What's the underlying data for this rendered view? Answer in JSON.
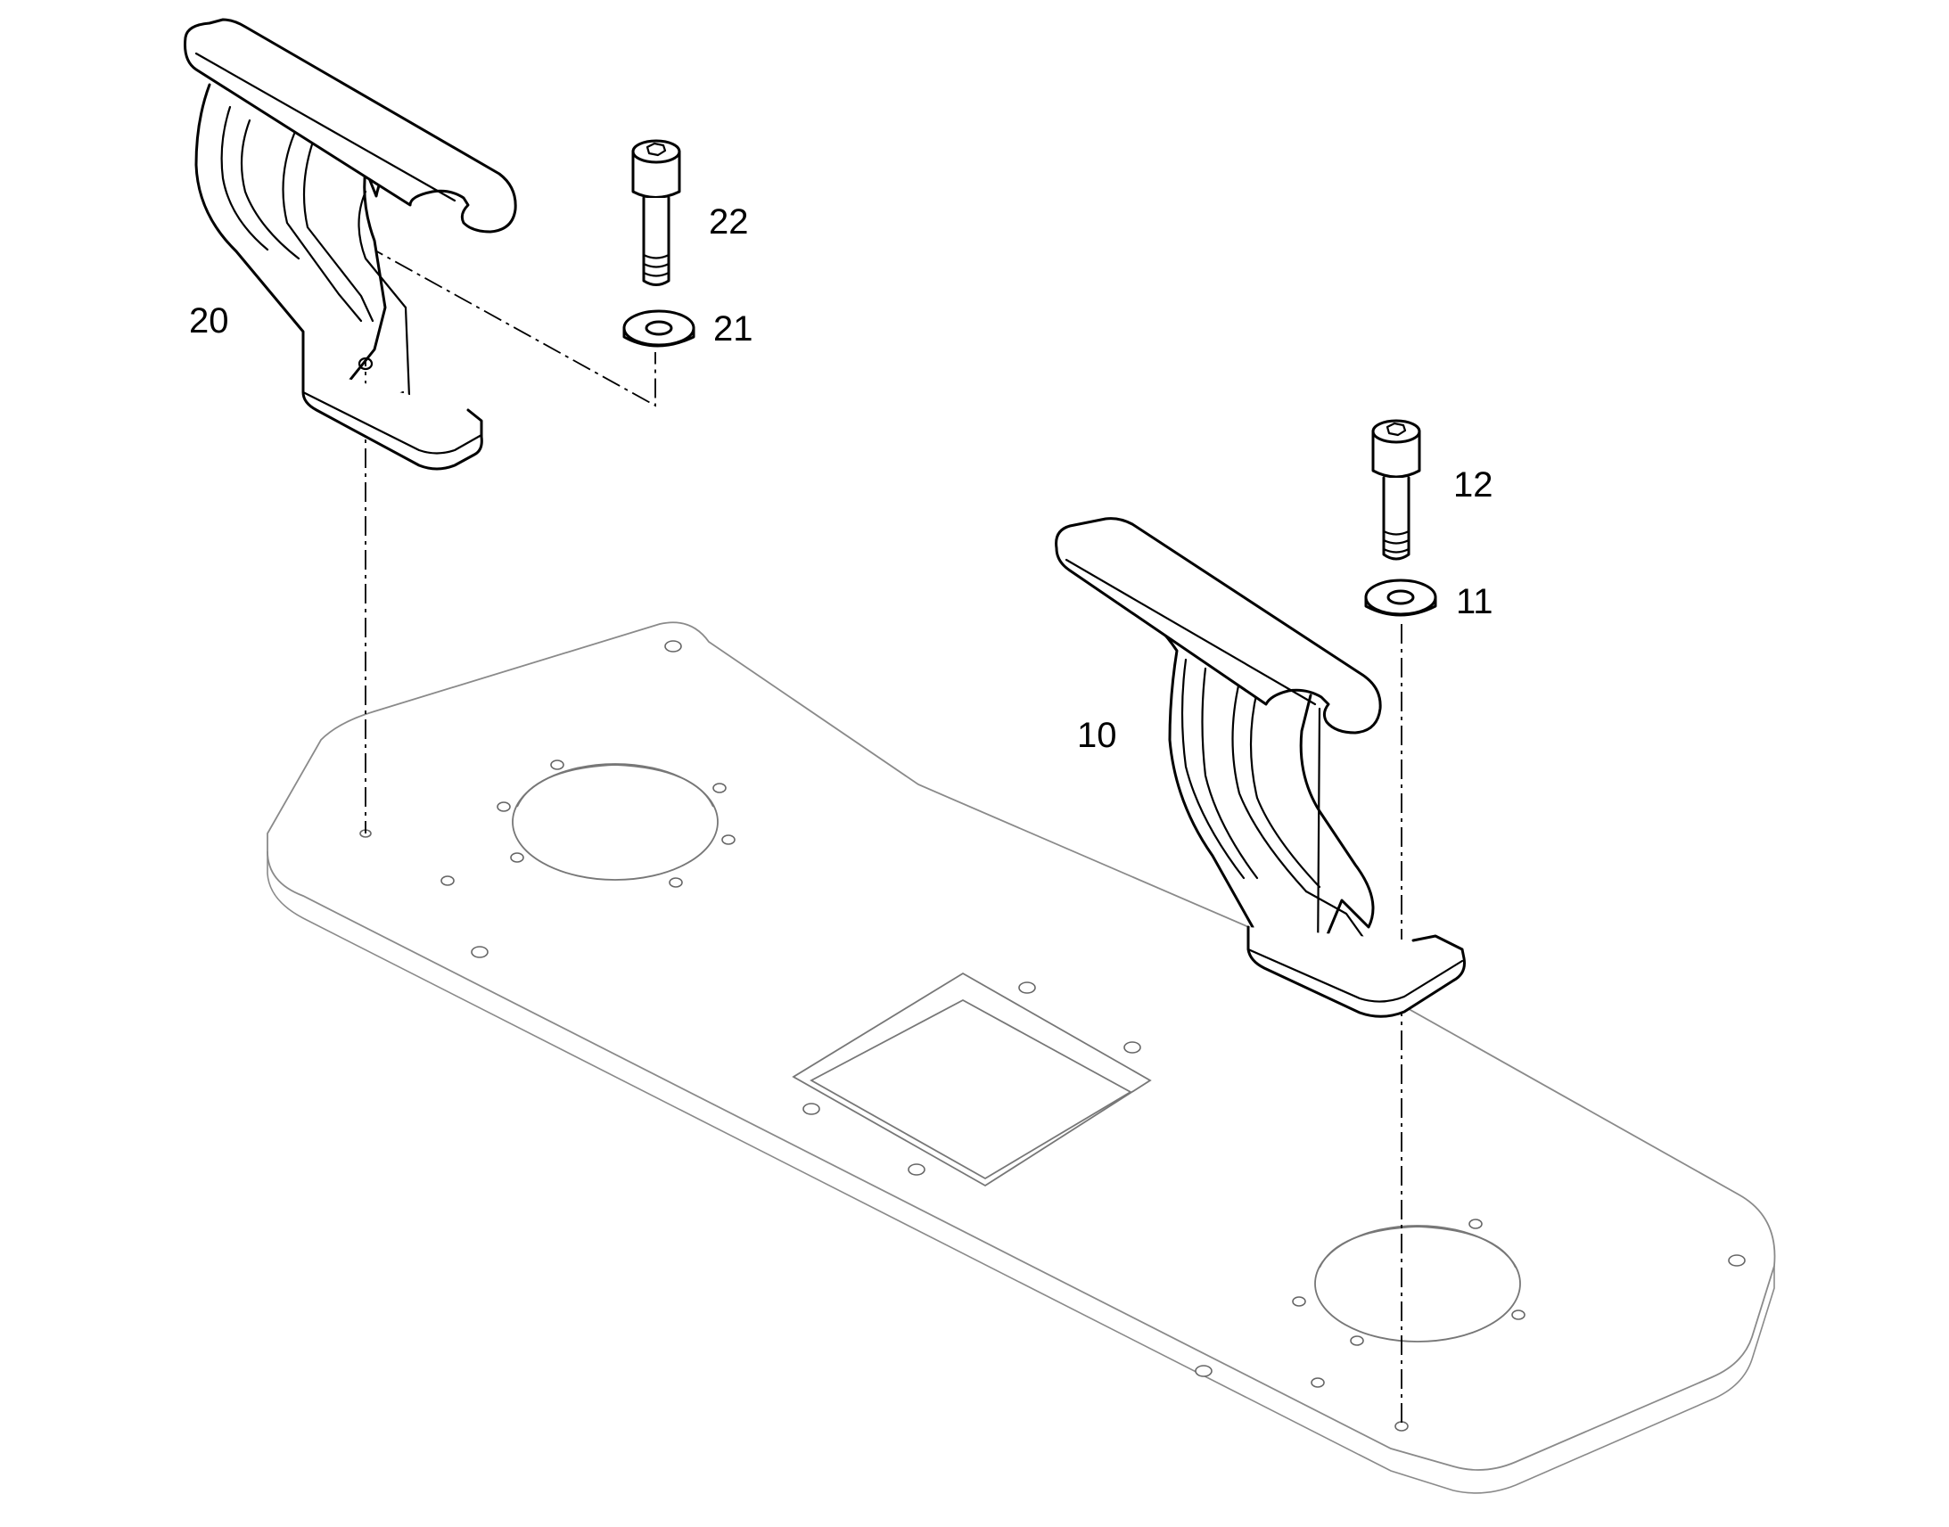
{
  "callouts": [
    {
      "id": "10",
      "label": "10"
    },
    {
      "id": "11",
      "label": "11"
    },
    {
      "id": "12",
      "label": "12"
    },
    {
      "id": "20",
      "label": "20"
    },
    {
      "id": "21",
      "label": "21"
    },
    {
      "id": "22",
      "label": "22"
    }
  ],
  "colors": {
    "part_outline": "#000000",
    "plate_outline": "#8a8a8a",
    "background": "#ffffff"
  }
}
